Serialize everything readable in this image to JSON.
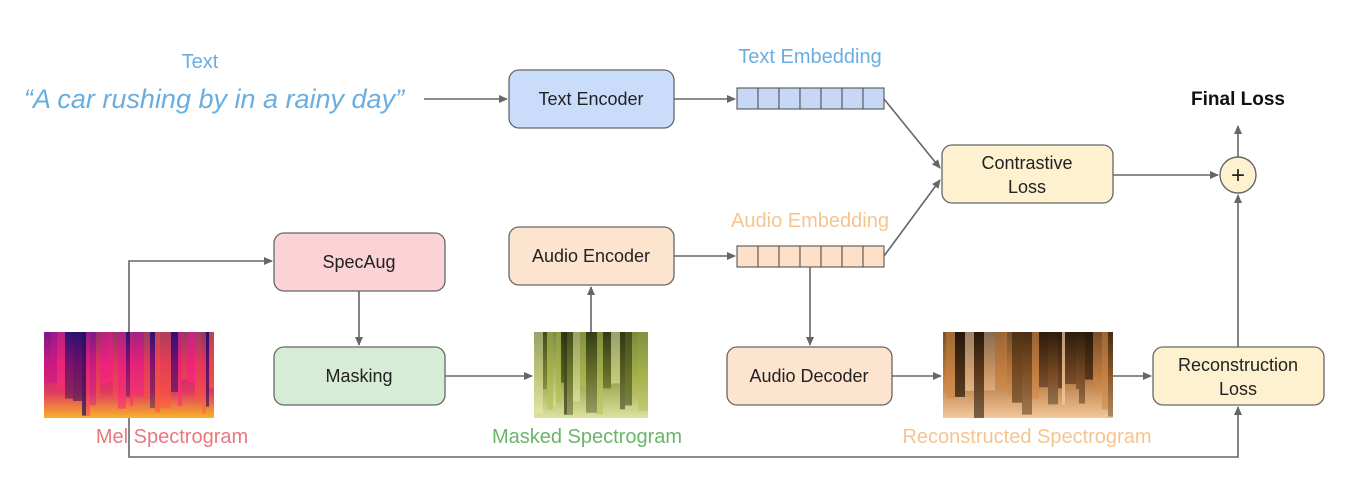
{
  "input": {
    "text_heading": "Text",
    "text_prompt": "“A car rushing by in a rainy day”"
  },
  "labels": {
    "text_embedding": "Text Embedding",
    "audio_embedding": "Audio Embedding",
    "final_loss": "Final Loss",
    "mel_spectrogram": "Mel Spectrogram",
    "masked_spectrogram": "Masked Spectrogram",
    "reconstructed_spectrogram": "Reconstructed Spectrogram",
    "plus": "+"
  },
  "boxes": {
    "text_encoder": "Text Encoder",
    "audio_encoder": "Audio Encoder",
    "specaug": "SpecAug",
    "masking": "Masking",
    "audio_decoder": "Audio Decoder",
    "contrastive_loss_line1": "Contrastive",
    "contrastive_loss_line2": "Loss",
    "reconstruction_loss_line1": "Reconstruction",
    "reconstruction_loss_line2": "Loss"
  },
  "colors": {
    "text_blue": "#6aaee0",
    "audio_orange": "#f5c590",
    "mel_red": "#e8787e",
    "masked_green": "#6bb56b",
    "text_encoder_fill": "#c9dcfa",
    "audio_fill": "#fde4cf",
    "specaug_fill": "#fbd2d6",
    "masking_fill": "#d6ecd6",
    "loss_fill": "#fdf1cf",
    "text_emb_cell": "#c7d8f7",
    "audio_emb_cell": "#fde0c7"
  }
}
